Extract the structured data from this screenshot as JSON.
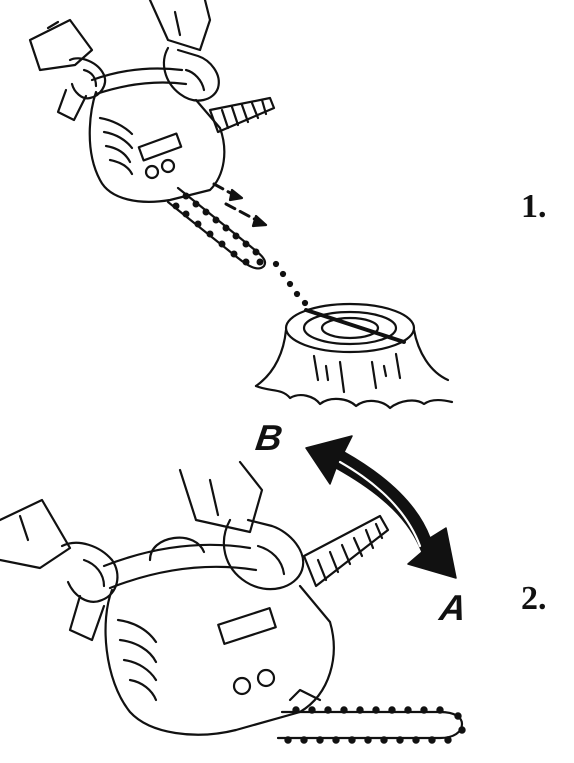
{
  "steps": [
    {
      "number": "1."
    },
    {
      "number": "2."
    }
  ],
  "positions": {
    "b_label": "B",
    "a_label": "A"
  },
  "colors": {
    "ink": "#111111",
    "background": "#ffffff"
  },
  "icons": {
    "top_figure": "chainsaw-cutting-stump-icon",
    "bottom_figure": "chainsaw-held-level-icon",
    "stump": "tree-stump-icon",
    "arrow": "double-headed-curved-arrow-icon"
  }
}
